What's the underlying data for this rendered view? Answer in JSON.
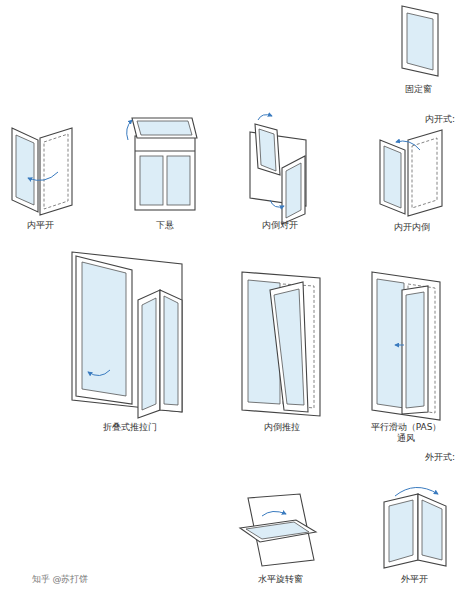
{
  "diagram": {
    "labels": [
      "固定窗",
      "内开式:",
      "内平开",
      "下悬",
      "内倒对开",
      "内开内倒",
      "折叠式推拉门",
      "内倒推拉",
      "平行滑动（PAS） 通风",
      "外开式:",
      "水平旋转窗",
      "外平开",
      "知乎 @苏打饼"
    ]
  }
}
